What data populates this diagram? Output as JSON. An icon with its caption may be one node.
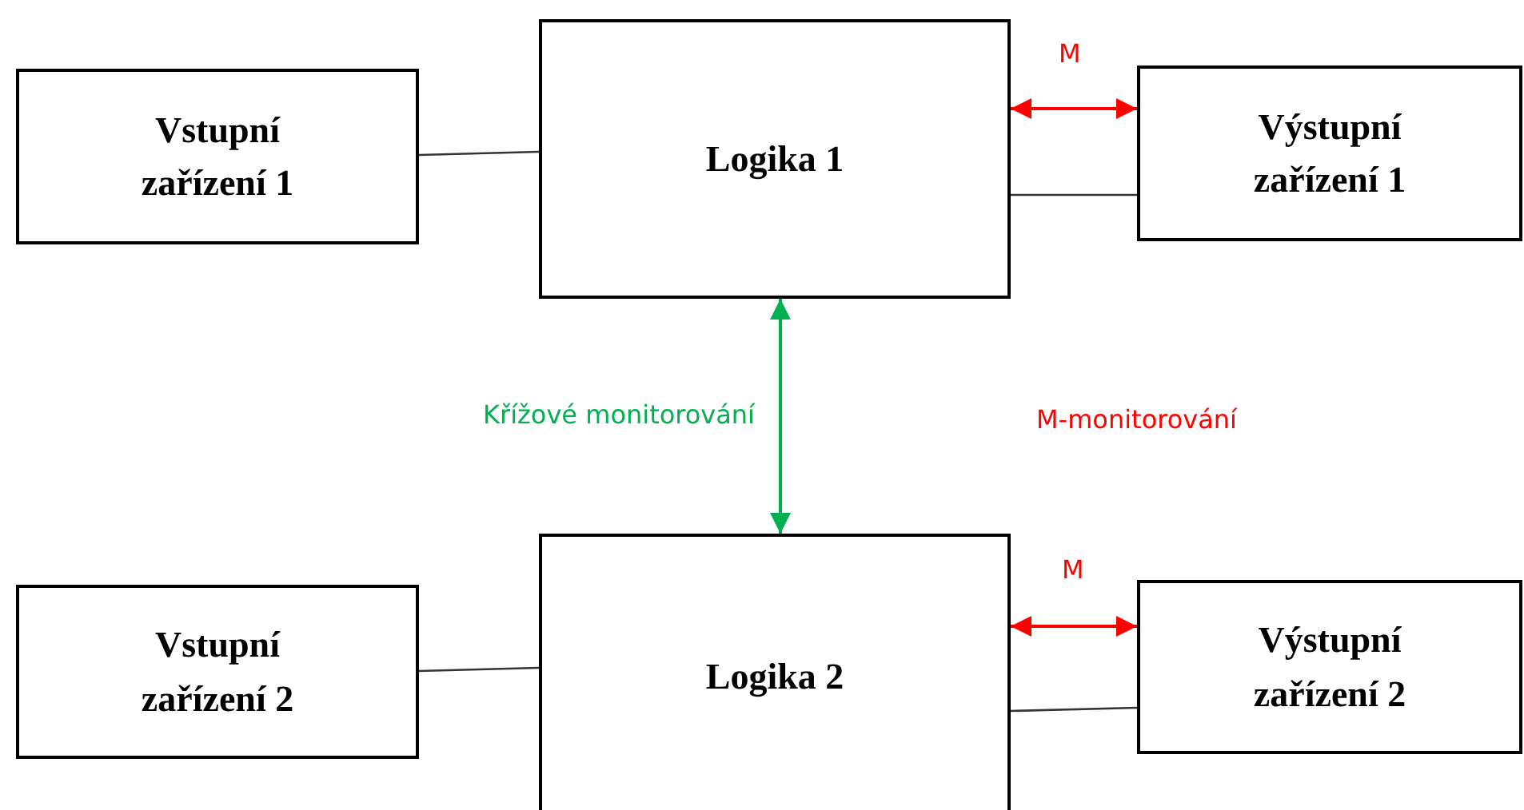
{
  "diagram": {
    "nodes": [
      {
        "text": [
          "Vstupní zařízení 1"
        ]
      },
      {
        "text": [
          "Logika 1"
        ]
      },
      {
        "text": [
          "Výstupní zařízení 1"
        ]
      },
      {
        "text": [
          "Vstupní zařízení 2"
        ]
      },
      {
        "text": [
          "Logika 2"
        ]
      },
      {
        "text": [
          "Výstupní zařízení 2"
        ]
      }
    ],
    "edges": [
      {
        "from": 0,
        "to": 1,
        "arrow": "none"
      },
      {
        "from": 1,
        "to": 2,
        "arrow": "both",
        "label": "M",
        "color": "#ff0000"
      },
      {
        "from": 1,
        "to": 2,
        "arrow": "none"
      },
      {
        "from": 1,
        "to": 4,
        "arrow": "both",
        "label": "Křížové monitorování",
        "color": "#00b050"
      },
      {
        "from": 3,
        "to": 4,
        "arrow": "none"
      },
      {
        "from": 4,
        "to": 5,
        "arrow": "both",
        "label": "M",
        "color": "#ff0000"
      },
      {
        "from": 4,
        "to": 5,
        "arrow": "none"
      }
    ],
    "labels": [
      "M-monitorování"
    ]
  }
}
